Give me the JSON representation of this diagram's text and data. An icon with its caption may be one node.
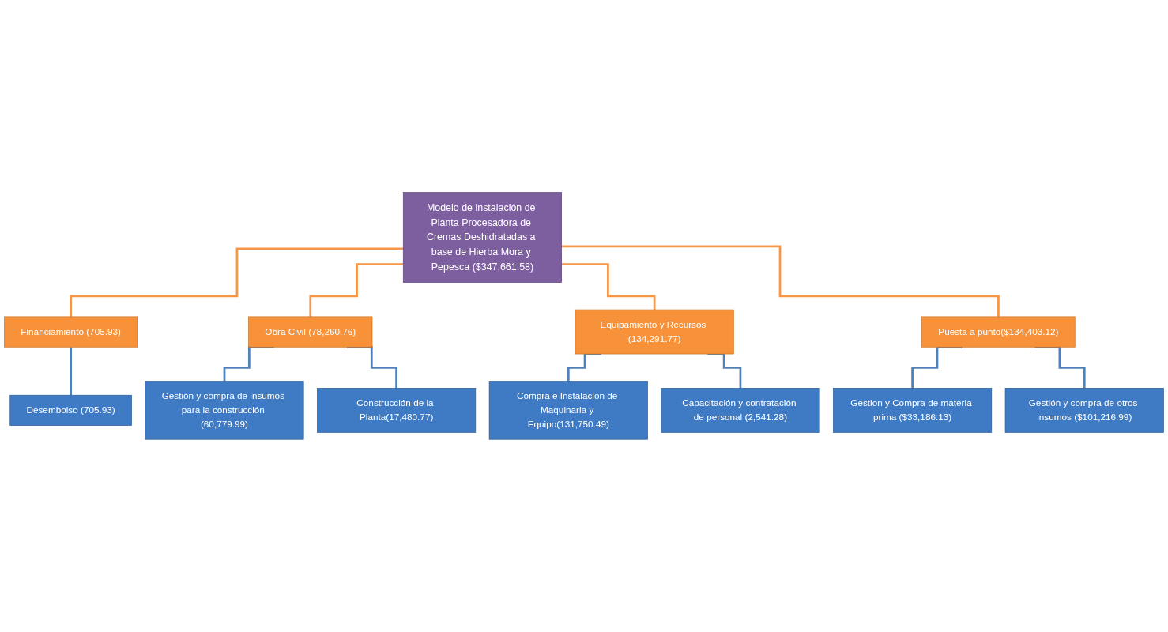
{
  "diagram": {
    "nodes": [
      {
        "text": [
          "Modelo de instalación de Planta Procesadora de Cremas Deshidratadas a base de Hierba Mora y Pepesca ($347,661.58)"
        ]
      },
      {
        "text": [
          "Financiamiento (705.93)"
        ]
      },
      {
        "text": [
          "Obra Civil (78,260.76)"
        ]
      },
      {
        "text": [
          "Equipamiento y Recursos (134,291.77)"
        ]
      },
      {
        "text": [
          "Puesta a punto($134,403.12)"
        ]
      },
      {
        "text": [
          "Desembolso (705.93)"
        ]
      },
      {
        "text": [
          "Gestión y compra de insumos para la construcción (60,779.99)"
        ]
      },
      {
        "text": [
          "Construcción de la Planta(17,480.77)"
        ]
      },
      {
        "text": [
          "Compra e Instalacion de Maquinaria y Equipo(131,750.49)"
        ]
      },
      {
        "text": [
          "Capacitación y contratación de personal (2,541.28)"
        ]
      },
      {
        "text": [
          "Gestion y Compra de materia prima ($33,186.13)"
        ]
      },
      {
        "text": [
          "Gestión y compra de otros insumos ($101,216.99)"
        ]
      }
    ],
    "edges": [
      {
        "from": 0,
        "to": 1,
        "arrow": "none",
        "color": "#f79646"
      },
      {
        "from": 0,
        "to": 2,
        "arrow": "none",
        "color": "#f79646"
      },
      {
        "from": 0,
        "to": 3,
        "arrow": "none",
        "color": "#f79646"
      },
      {
        "from": 0,
        "to": 4,
        "arrow": "none",
        "color": "#f79646"
      },
      {
        "from": 1,
        "to": 5,
        "arrow": "none"
      },
      {
        "from": 2,
        "to": 6,
        "arrow": "none"
      },
      {
        "from": 2,
        "to": 7,
        "arrow": "none"
      },
      {
        "from": 3,
        "to": 8,
        "arrow": "none"
      },
      {
        "from": 3,
        "to": 9,
        "arrow": "none"
      },
      {
        "from": 4,
        "to": 10,
        "arrow": "none"
      },
      {
        "from": 4,
        "to": 11,
        "arrow": "none"
      }
    ]
  }
}
